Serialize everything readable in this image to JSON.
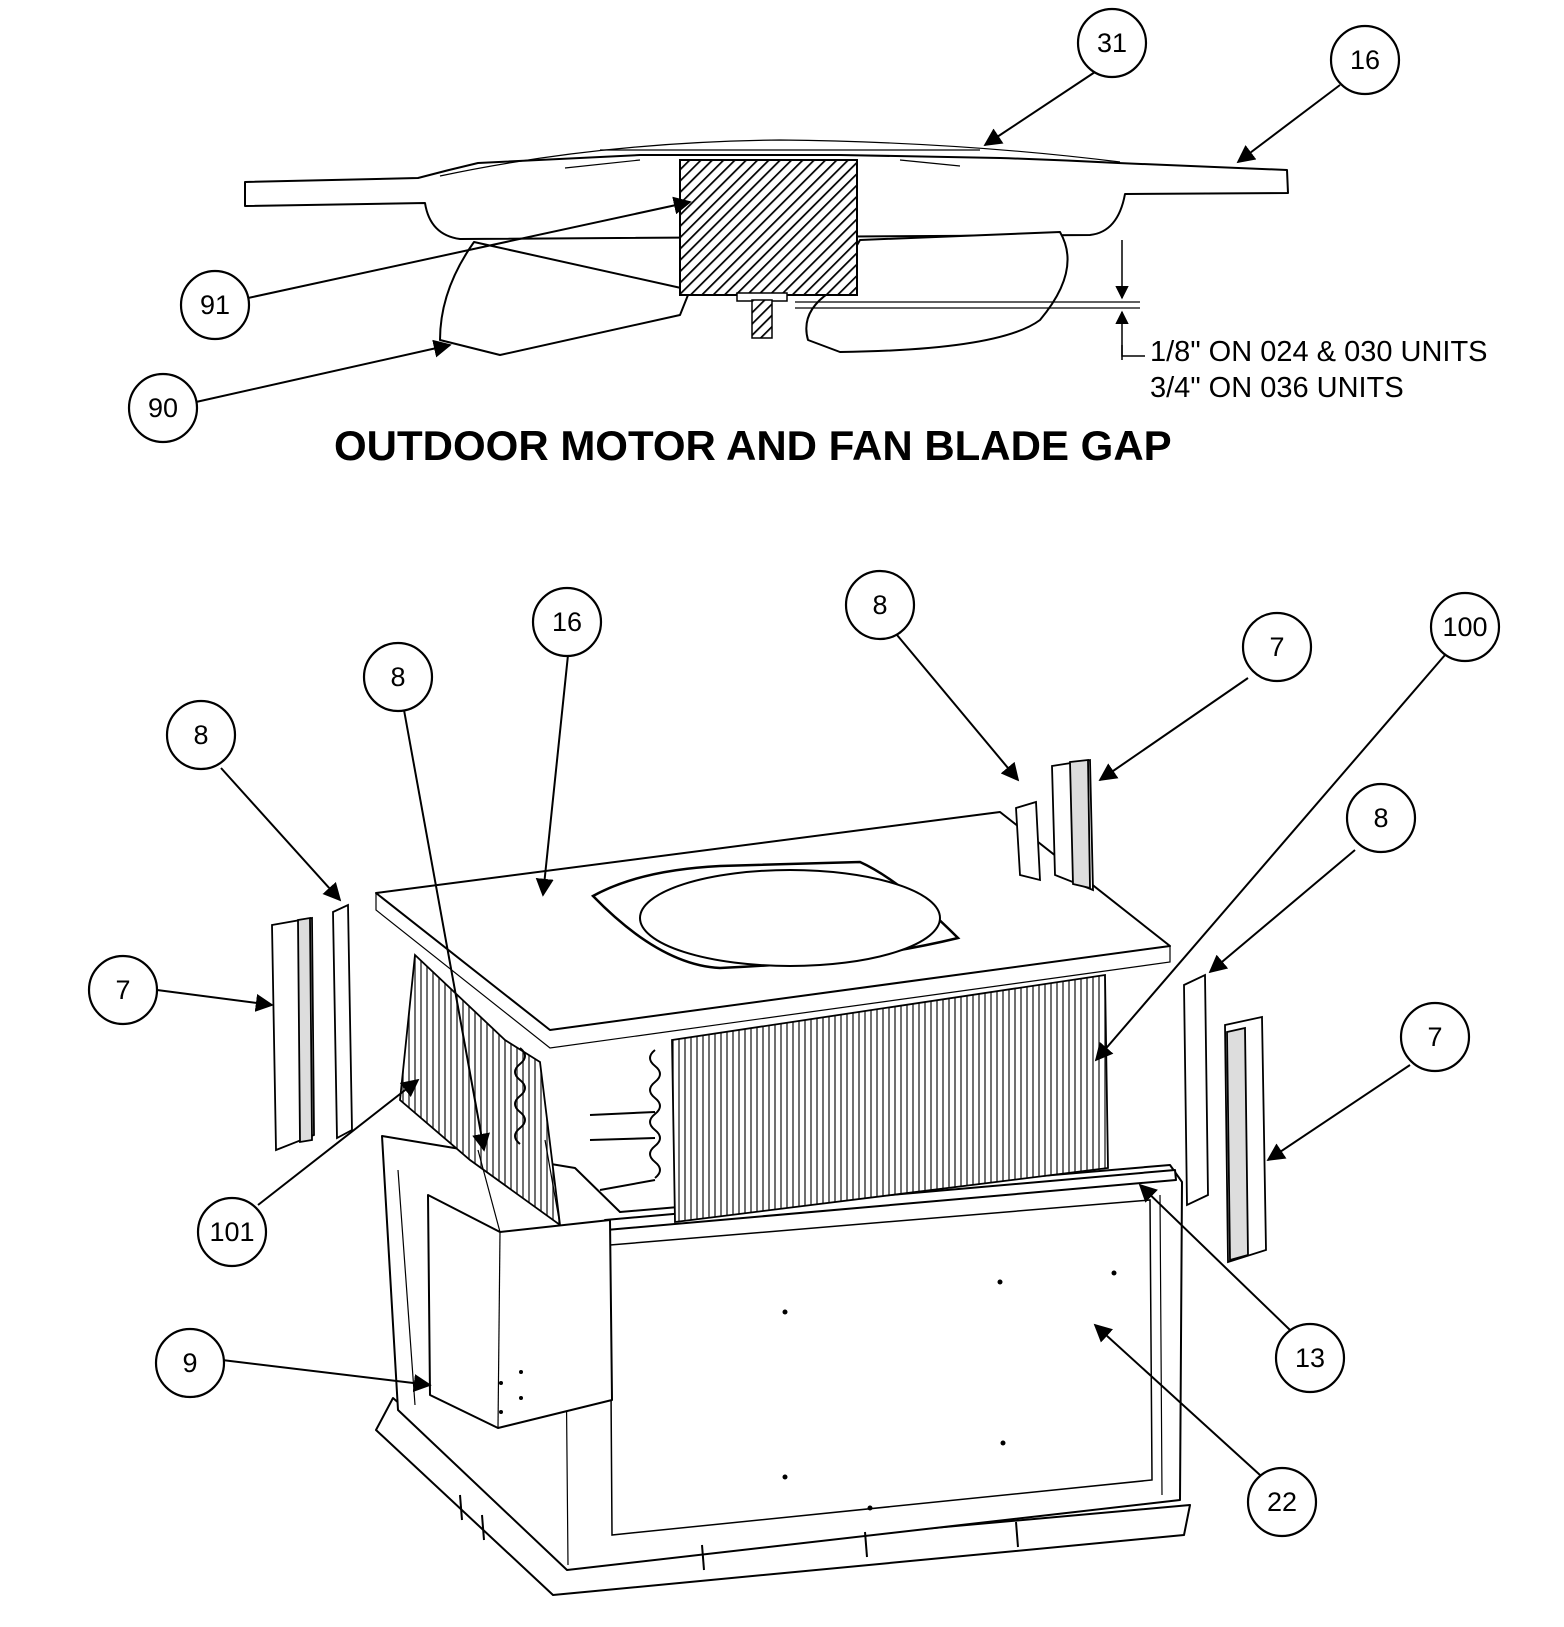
{
  "title": "OUTDOOR MOTOR AND FAN BLADE GAP",
  "notes": [
    "1/8\" ON 024 & 030 UNITS",
    "3/4\" ON 036 UNITS"
  ],
  "callouts": [
    {
      "id": "c31",
      "label": "31"
    },
    {
      "id": "c16a",
      "label": "16"
    },
    {
      "id": "c91",
      "label": "91"
    },
    {
      "id": "c90",
      "label": "90"
    },
    {
      "id": "c16b",
      "label": "16"
    },
    {
      "id": "c8a",
      "label": "8"
    },
    {
      "id": "c8b",
      "label": "8"
    },
    {
      "id": "c8c",
      "label": "8"
    },
    {
      "id": "c7a",
      "label": "7"
    },
    {
      "id": "c100",
      "label": "100"
    },
    {
      "id": "c8d",
      "label": "8"
    },
    {
      "id": "c7b",
      "label": "7"
    },
    {
      "id": "c7c",
      "label": "7"
    },
    {
      "id": "c101",
      "label": "101"
    },
    {
      "id": "c9",
      "label": "9"
    },
    {
      "id": "c13",
      "label": "13"
    },
    {
      "id": "c22",
      "label": "22"
    }
  ]
}
